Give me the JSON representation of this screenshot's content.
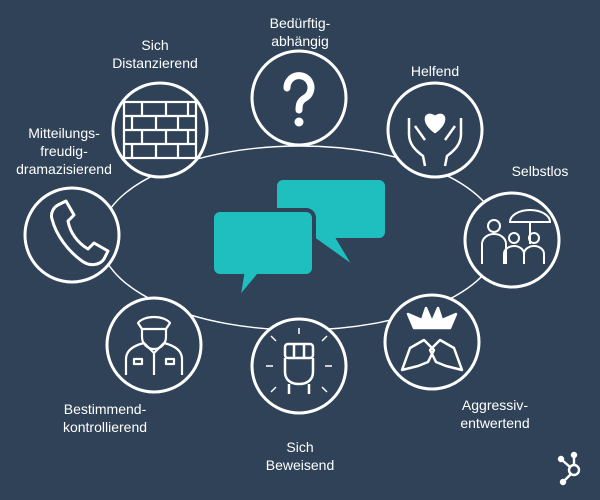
{
  "colors": {
    "background": "#2f4257",
    "line": "#ffffff",
    "bubble": "#1fbfbf"
  },
  "center": {
    "icon": "speech-bubbles-icon"
  },
  "nodes": [
    {
      "id": "beduerftig",
      "icon": "question-mark-icon",
      "lines": [
        "Bedürftig-",
        "abhängig"
      ]
    },
    {
      "id": "helfend",
      "icon": "heart-in-hands-icon",
      "lines": [
        "Helfend"
      ]
    },
    {
      "id": "selbstlos",
      "icon": "family-umbrella-icon",
      "lines": [
        "Selbstlos"
      ]
    },
    {
      "id": "aggressiv",
      "icon": "fists-clash-icon",
      "lines": [
        "Aggressiv-",
        "entwertend"
      ]
    },
    {
      "id": "beweisend",
      "icon": "raised-fist-icon",
      "lines": [
        "Sich",
        "Beweisend"
      ]
    },
    {
      "id": "bestimmend",
      "icon": "officer-icon",
      "lines": [
        "Bestimmend-",
        "kontrollierend"
      ]
    },
    {
      "id": "mitteilungs",
      "icon": "phone-icon",
      "lines": [
        "Mitteilungs-",
        "freudig-",
        "dramazisierend"
      ]
    },
    {
      "id": "distanzierend",
      "icon": "brick-wall-icon",
      "lines": [
        "Sich",
        "Distanzierend"
      ]
    }
  ],
  "brand": {
    "icon": "hubspot-logo-icon"
  }
}
